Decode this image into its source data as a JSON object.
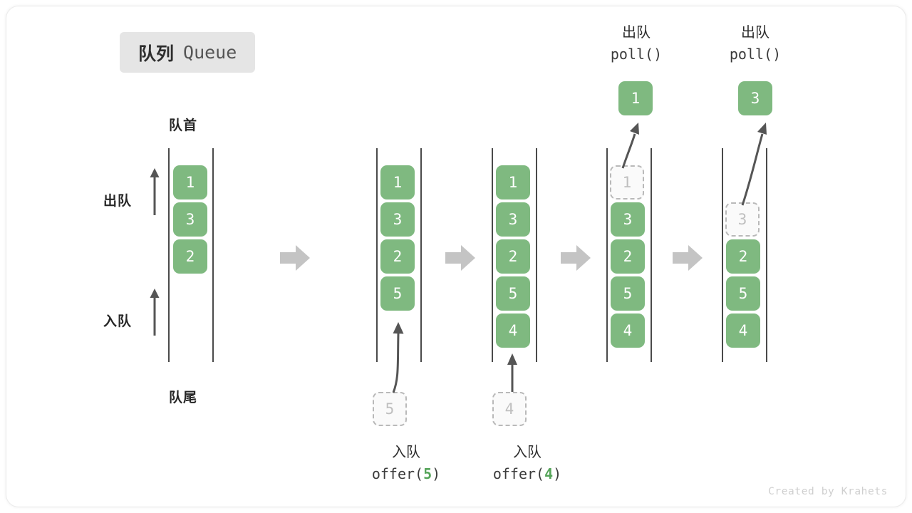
{
  "title_badge": {
    "cn": "队列",
    "en": "Queue"
  },
  "colors": {
    "element_green": "#7fb980",
    "ghost_border": "#b9b9b9",
    "ghost_text": "#bfbfbf",
    "rail": "#4a4a4a",
    "flow_arrow": "#c4c4c4",
    "badge_bg": "#e5e5e5",
    "text_dark": "#2e2e2e",
    "accent_code_number": "#55a459",
    "watermark": "#cfcfcf"
  },
  "side_labels": {
    "head": "队首",
    "tail": "队尾",
    "dequeue": "出队",
    "enqueue": "入队"
  },
  "operations": {
    "offer5": {
      "cn": "入队",
      "fn_prefix": "offer(",
      "arg": "5",
      "fn_suffix": ")"
    },
    "offer4": {
      "cn": "入队",
      "fn_prefix": "offer(",
      "arg": "4",
      "fn_suffix": ")"
    },
    "poll1": {
      "cn": "出队",
      "code": "poll()"
    },
    "poll2": {
      "cn": "出队",
      "code": "poll()"
    }
  },
  "stages": [
    {
      "name": "initial",
      "cells": [
        {
          "value": "1",
          "state": "filled"
        },
        {
          "value": "3",
          "state": "filled"
        },
        {
          "value": "2",
          "state": "filled"
        }
      ]
    },
    {
      "name": "after-offer-5",
      "cells": [
        {
          "value": "1",
          "state": "filled"
        },
        {
          "value": "3",
          "state": "filled"
        },
        {
          "value": "2",
          "state": "filled"
        },
        {
          "value": "5",
          "state": "filled"
        }
      ],
      "incoming": {
        "value": "5",
        "state": "ghost"
      }
    },
    {
      "name": "after-offer-4",
      "cells": [
        {
          "value": "1",
          "state": "filled"
        },
        {
          "value": "3",
          "state": "filled"
        },
        {
          "value": "2",
          "state": "filled"
        },
        {
          "value": "5",
          "state": "filled"
        },
        {
          "value": "4",
          "state": "filled"
        }
      ],
      "incoming": {
        "value": "4",
        "state": "ghost"
      }
    },
    {
      "name": "after-poll-1",
      "cells": [
        {
          "value": "1",
          "state": "ghost"
        },
        {
          "value": "3",
          "state": "filled"
        },
        {
          "value": "2",
          "state": "filled"
        },
        {
          "value": "5",
          "state": "filled"
        },
        {
          "value": "4",
          "state": "filled"
        }
      ],
      "outgoing": {
        "value": "1",
        "state": "filled"
      }
    },
    {
      "name": "after-poll-3",
      "cells": [
        {
          "value": "3",
          "state": "ghost"
        },
        {
          "value": "2",
          "state": "filled"
        },
        {
          "value": "5",
          "state": "filled"
        },
        {
          "value": "4",
          "state": "filled"
        }
      ],
      "outgoing": {
        "value": "3",
        "state": "filled"
      }
    }
  ],
  "watermark": "Created by Krahets"
}
